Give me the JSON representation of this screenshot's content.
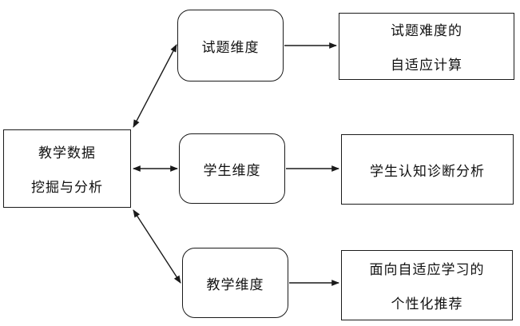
{
  "root": {
    "line1": "教学数据",
    "line2": "挖掘与分析"
  },
  "dimensions": {
    "item": "试题维度",
    "student": "学生维度",
    "teaching": "教学维度"
  },
  "outputs": {
    "item": {
      "line1": "试题难度的",
      "line2": "自适应计算"
    },
    "student": "学生认知诊断分析",
    "teaching": {
      "line1": "面向自适应学习的",
      "line2": "个性化推荐"
    }
  },
  "colors": {
    "stroke": "#1a1a1a",
    "background": "#ffffff"
  }
}
